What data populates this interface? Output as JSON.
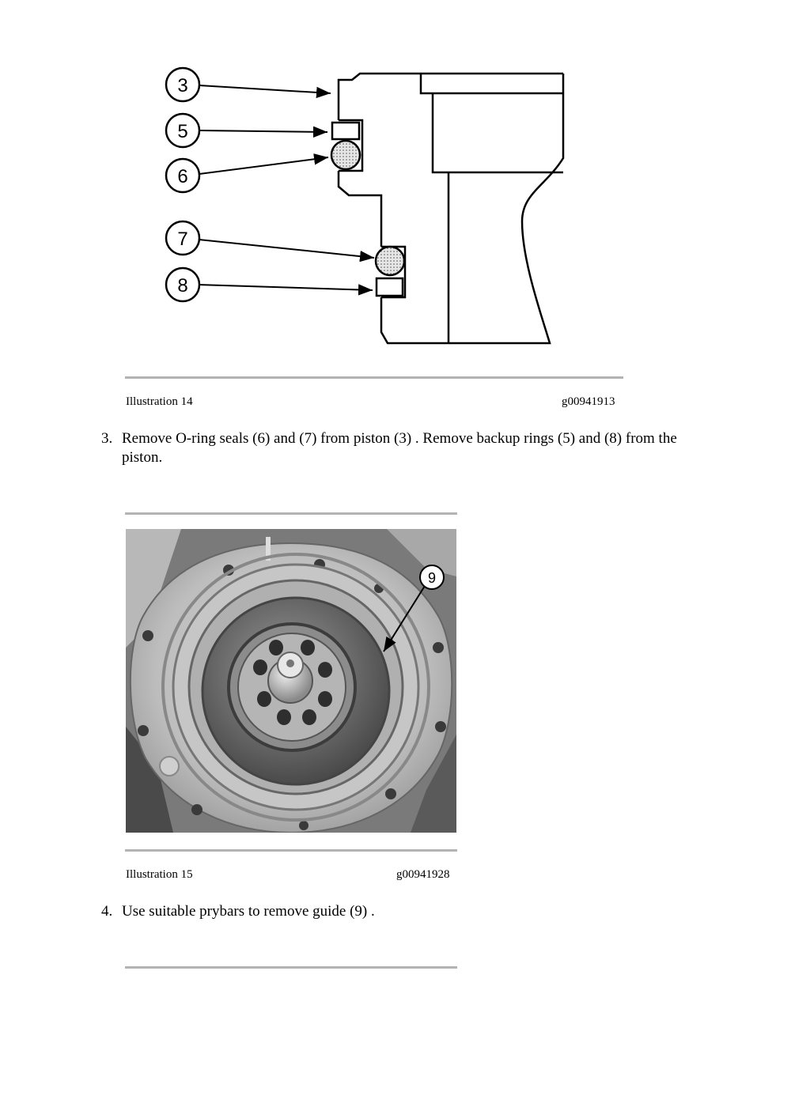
{
  "figure1": {
    "callouts": [
      "3",
      "5",
      "6",
      "7",
      "8"
    ],
    "caption_left": "Illustration 14",
    "caption_right": "g00941913"
  },
  "step3": {
    "number": "3.",
    "text_line1": "Remove O-ring seals (6) and (7) from piston (3) . Remove backup rings (5) and (8) from the",
    "text_line2": "piston."
  },
  "figure2": {
    "callout": "9",
    "caption_left": "Illustration 15",
    "caption_right": "g00941928"
  },
  "step4": {
    "number": "4.",
    "text": "Use suitable prybars to remove guide (9) ."
  }
}
